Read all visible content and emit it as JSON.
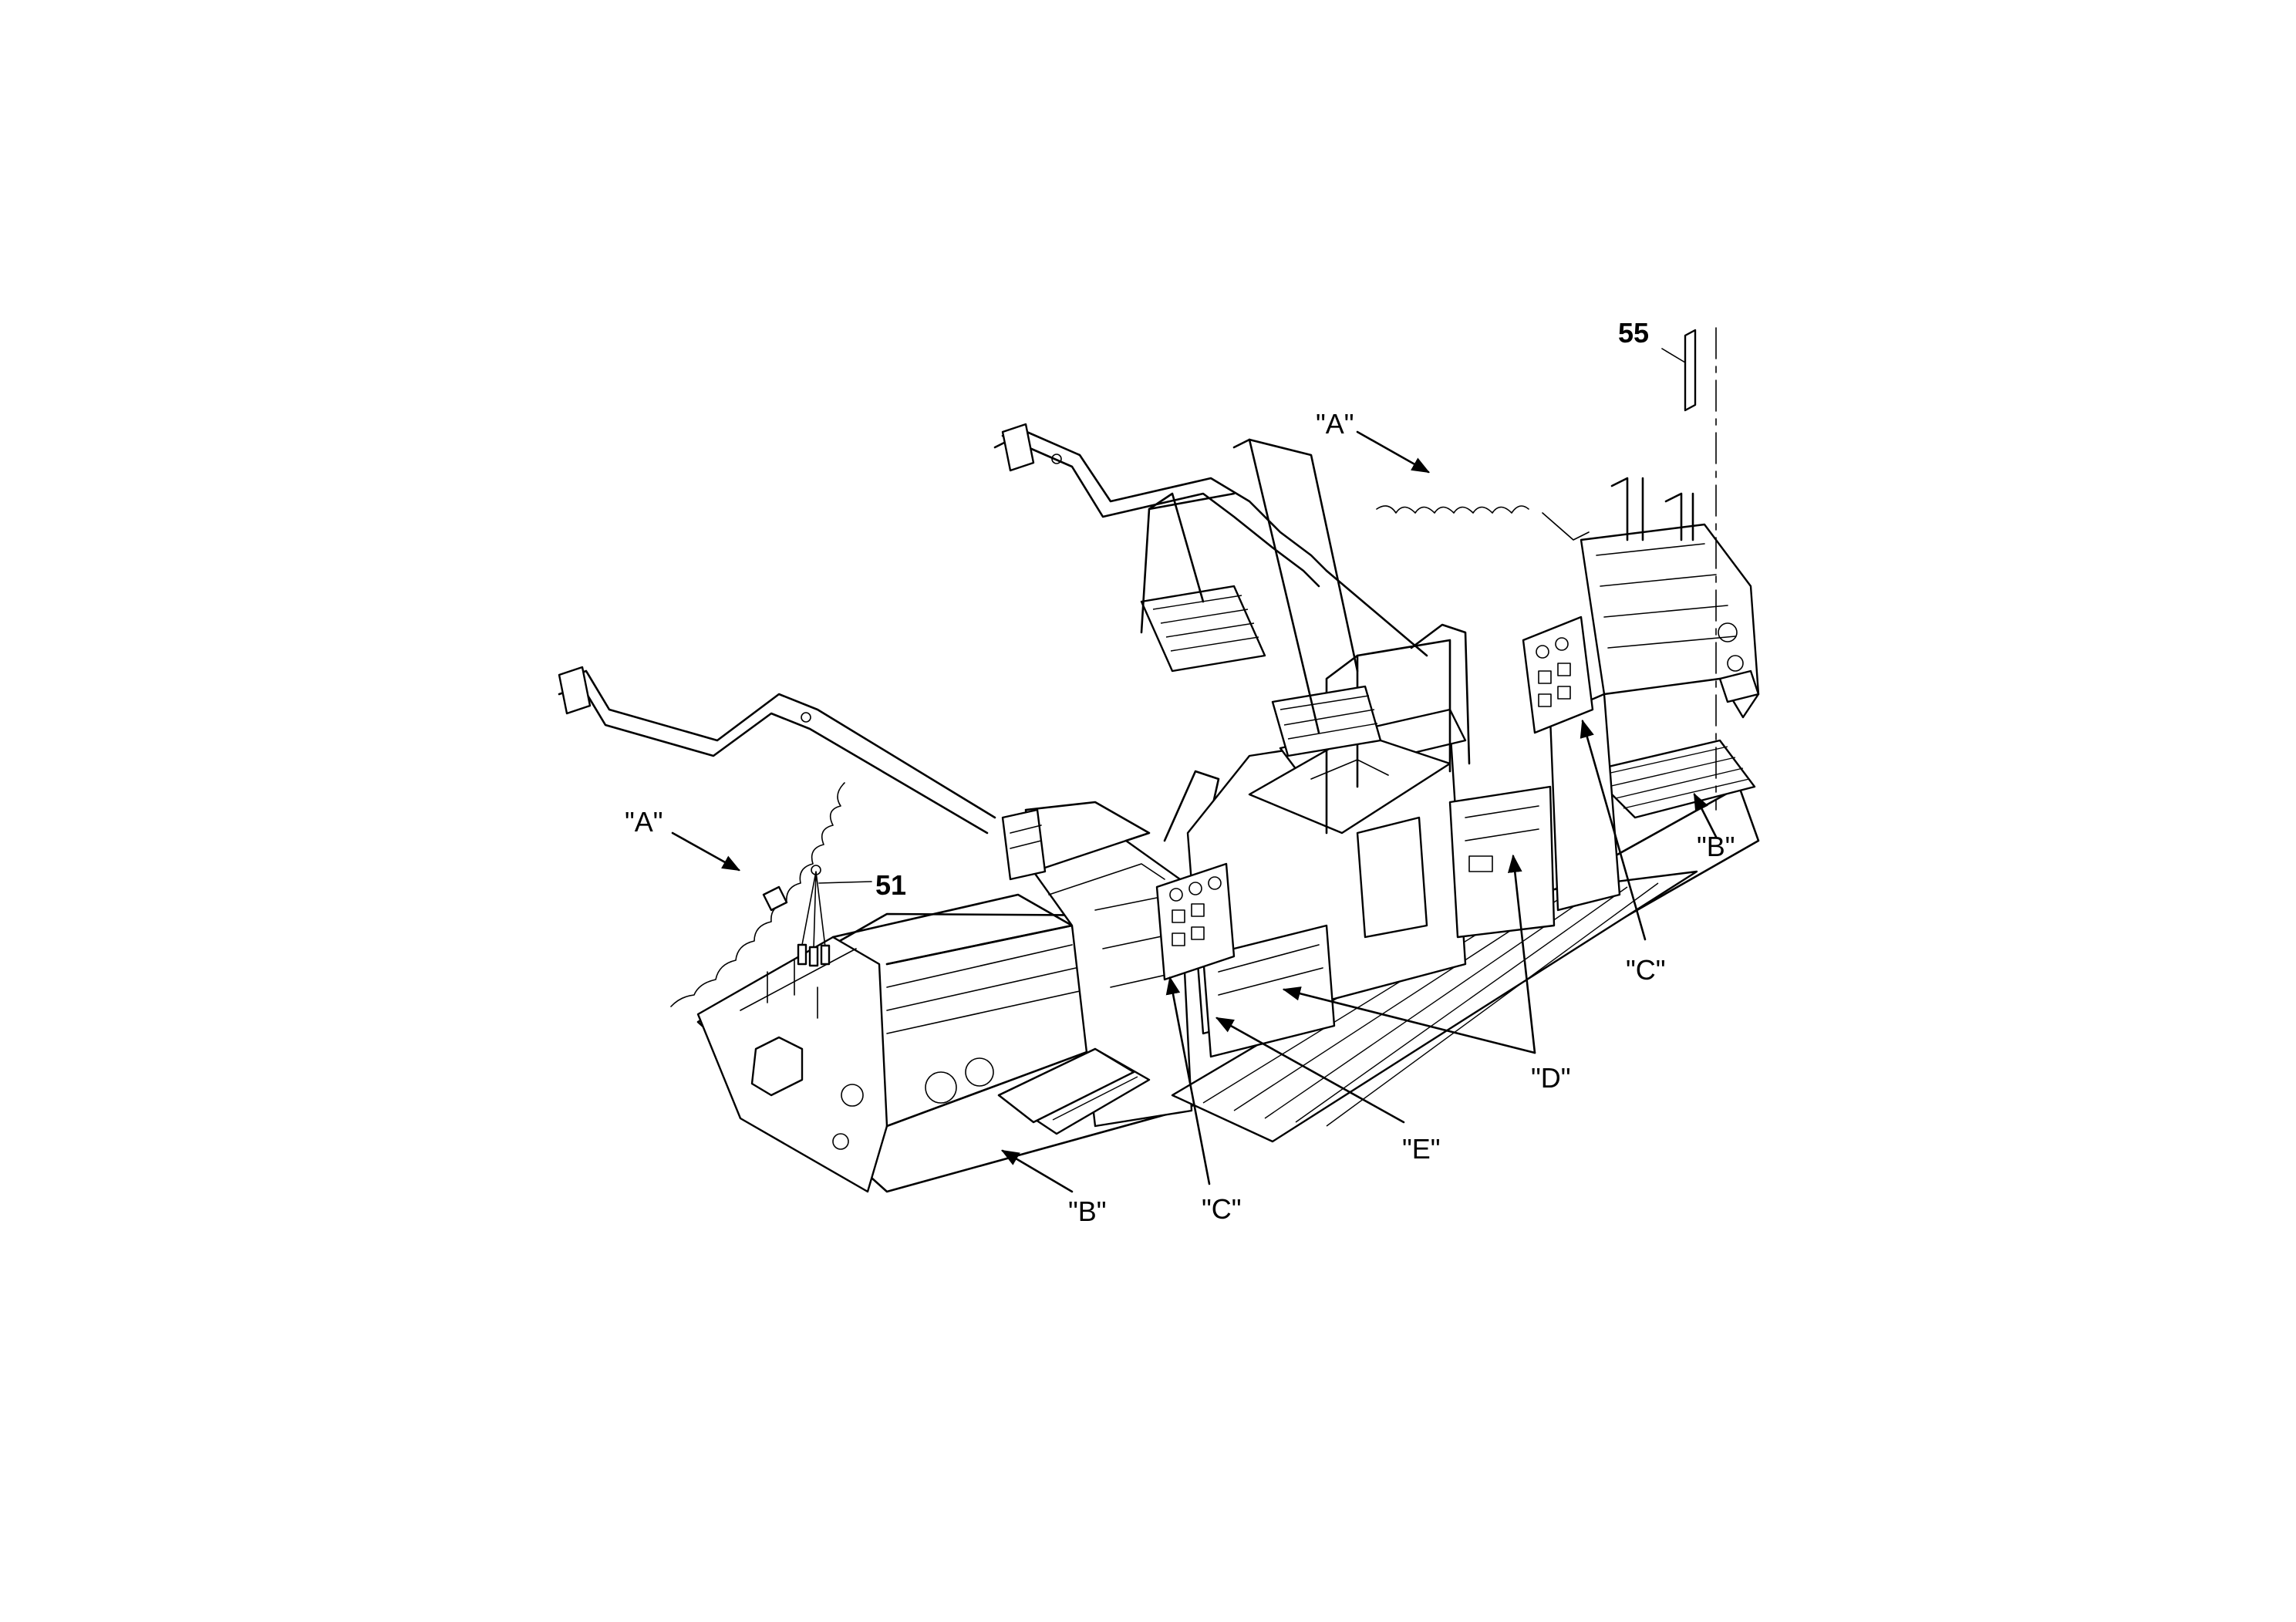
{
  "drawing": {
    "part_numbers": {
      "p51": "51",
      "p55": "55"
    },
    "view_labels": {
      "a_left": "\"A\"",
      "a_top": "\"A\"",
      "b_left": "\"B\"",
      "b_right": "\"B\"",
      "c_bottom": "\"C\"",
      "c_right": "\"C\"",
      "d": "\"D\"",
      "e": "\"E\""
    },
    "line_color": "#000000",
    "background": "#ffffff"
  }
}
